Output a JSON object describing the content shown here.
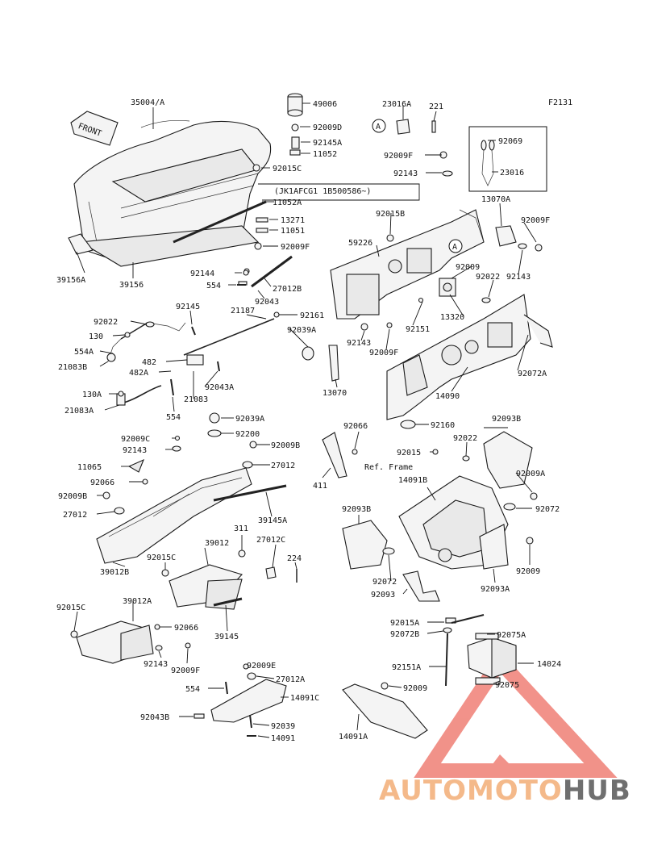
{
  "figure_code": "F2131",
  "front_label": "FRONT",
  "watermark": {
    "part1": "AUTOMOTO",
    "part2": "HUB",
    "color1": "#f4b98a",
    "color2": "#6f6f6f",
    "triangle": "#e94a3c"
  },
  "callout_marker": "A",
  "labels": {
    "l35004A": "35004/A",
    "l49006": "49006",
    "l92009D": "92009D",
    "l92145A_top": "92145A",
    "l11052": "11052",
    "l92015C_top": "92015C",
    "l23016A": "23016A",
    "l221": "221",
    "l92069": "92069",
    "l23016": "23016",
    "l92009F_a": "92009F",
    "l92143_a": "92143",
    "lJK": "(JK1AFCG1 1B500586~)",
    "l11052A": "11052A",
    "l13271": "13271",
    "l11051": "11051",
    "l92009F_b": "92009F",
    "l39156A": "39156A",
    "l39156": "39156",
    "l92144": "92144",
    "l554_a": "554",
    "l27012B": "27012B",
    "l92043": "92043",
    "l92015B": "92015B",
    "l59226": "59226",
    "l13070A": "13070A",
    "l92009F_c": "92009F",
    "l92009_a": "92009",
    "l92022_a": "92022",
    "l92143_b": "92143",
    "l92022_b": "92022",
    "l92145": "92145",
    "l21187": "21187",
    "l92161": "92161",
    "l130": "130",
    "l554A": "554A",
    "l21083B": "21083B",
    "l482": "482",
    "l482A": "482A",
    "l92043A": "92043A",
    "l130A": "130A",
    "l21083": "21083",
    "l21083A": "21083A",
    "l554_b": "554",
    "l92039A_a": "92039A",
    "l13320": "13320",
    "l92151": "92151",
    "l92143_c": "92143",
    "l92009F_d": "92009F",
    "l13070": "13070",
    "l92072A": "92072A",
    "l14090": "14090",
    "l92039A_b": "92039A",
    "l92200": "92200",
    "l92009C": "92009C",
    "l92143_d": "92143",
    "l92009B_a": "92009B",
    "l11065": "11065",
    "l27012_a": "27012",
    "l92066_a": "92066",
    "l92009B_b": "92009B",
    "l27012_b": "27012",
    "l39145A": "39145A",
    "l92066_b": "92066",
    "l411": "411",
    "l92160": "92160",
    "lRefFrame": "Ref. Frame",
    "l92093B_a": "92093B",
    "l92015": "92015",
    "l92022_c": "92022",
    "l14091B": "14091B",
    "l92009A": "92009A",
    "l92072_a": "92072",
    "l311": "311",
    "l27012C": "27012C",
    "l224": "224",
    "l92093B_b": "92093B",
    "l39012": "39012",
    "l92015C_b": "92015C",
    "l39012B": "39012B",
    "l39012A": "39012A",
    "l92015C_c": "92015C",
    "l92066_c": "92066",
    "l39145": "39145",
    "l92143_e": "92143",
    "l92009F_e": "92009F",
    "l92072_b": "92072",
    "l92093": "92093",
    "l92093A": "92093A",
    "l92009_b": "92009",
    "l92015A": "92015A",
    "l92072B": "92072B",
    "l92075A": "92075A",
    "l92009E": "92009E",
    "l27012A": "27012A",
    "l554_c": "554",
    "l14091C": "14091C",
    "l92043B": "92043B",
    "l92039": "92039",
    "l14091": "14091",
    "l92151A": "92151A",
    "l92009_c": "92009",
    "l14091A": "14091A",
    "l14024": "14024",
    "l92075": "92075"
  }
}
